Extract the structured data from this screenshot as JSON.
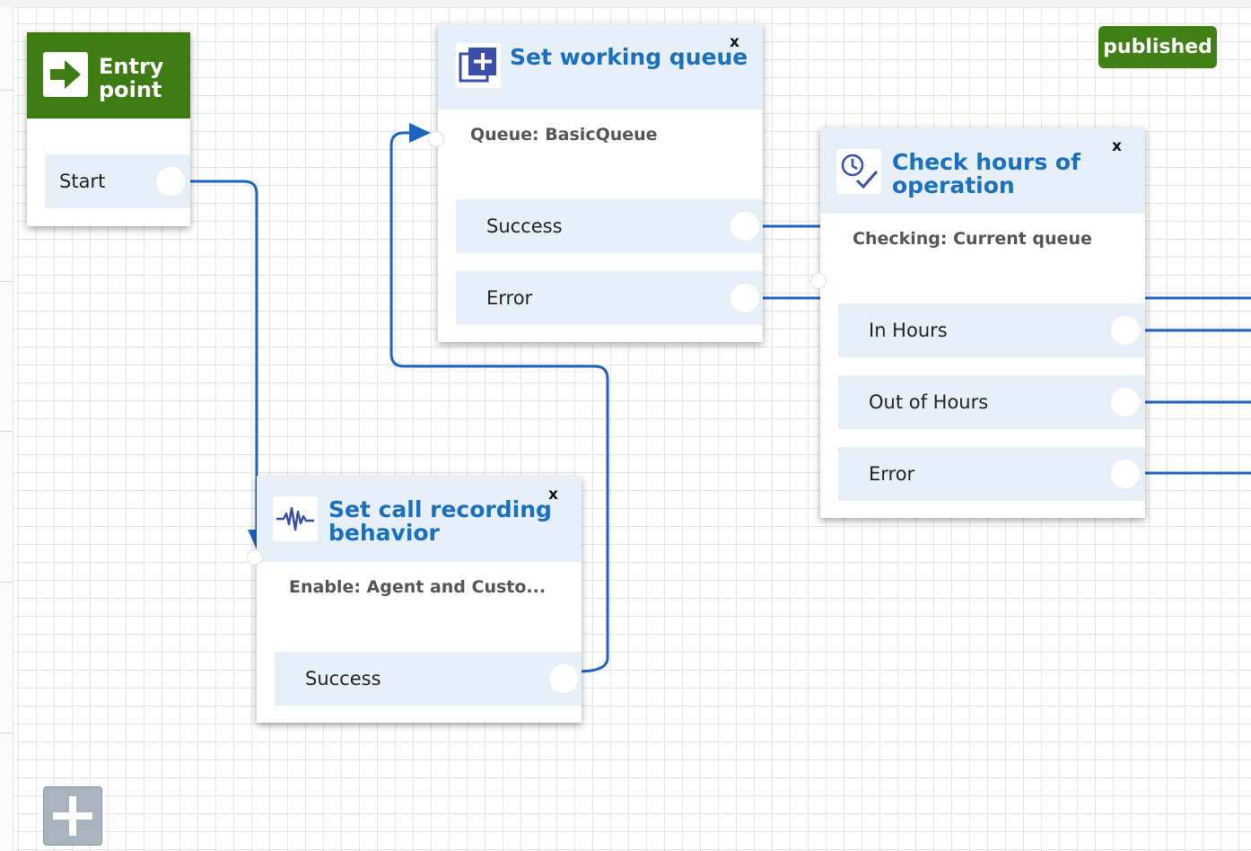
{
  "status_badge": "published",
  "entry_point": {
    "title": "Entry point",
    "branches": [
      "Start"
    ],
    "header_color": "#3f7b13"
  },
  "set_working_queue": {
    "title": "Set working queue",
    "close": "x",
    "description": "Queue: BasicQueue",
    "branches": [
      "Success",
      "Error"
    ],
    "icon": "queue-plus-icon"
  },
  "check_hours": {
    "title_line1": "Check hours of",
    "title_line2": "operation",
    "close": "x",
    "description": "Checking: Current queue",
    "branches": [
      "In Hours",
      "Out of Hours",
      "Error"
    ],
    "icon": "clock-check-icon"
  },
  "set_call_recording": {
    "title_line1": "Set call recording",
    "title_line2": "behavior",
    "close": "x",
    "description": "Enable: Agent and Custo...",
    "branches": [
      "Success"
    ],
    "icon": "waveform-icon"
  },
  "colors": {
    "accent": "#1a6fbf",
    "connector": "#1f63c1",
    "branch_bg": "#e7f0f9",
    "published": "#3f7f13"
  },
  "add_button": {
    "icon": "plus-icon"
  }
}
